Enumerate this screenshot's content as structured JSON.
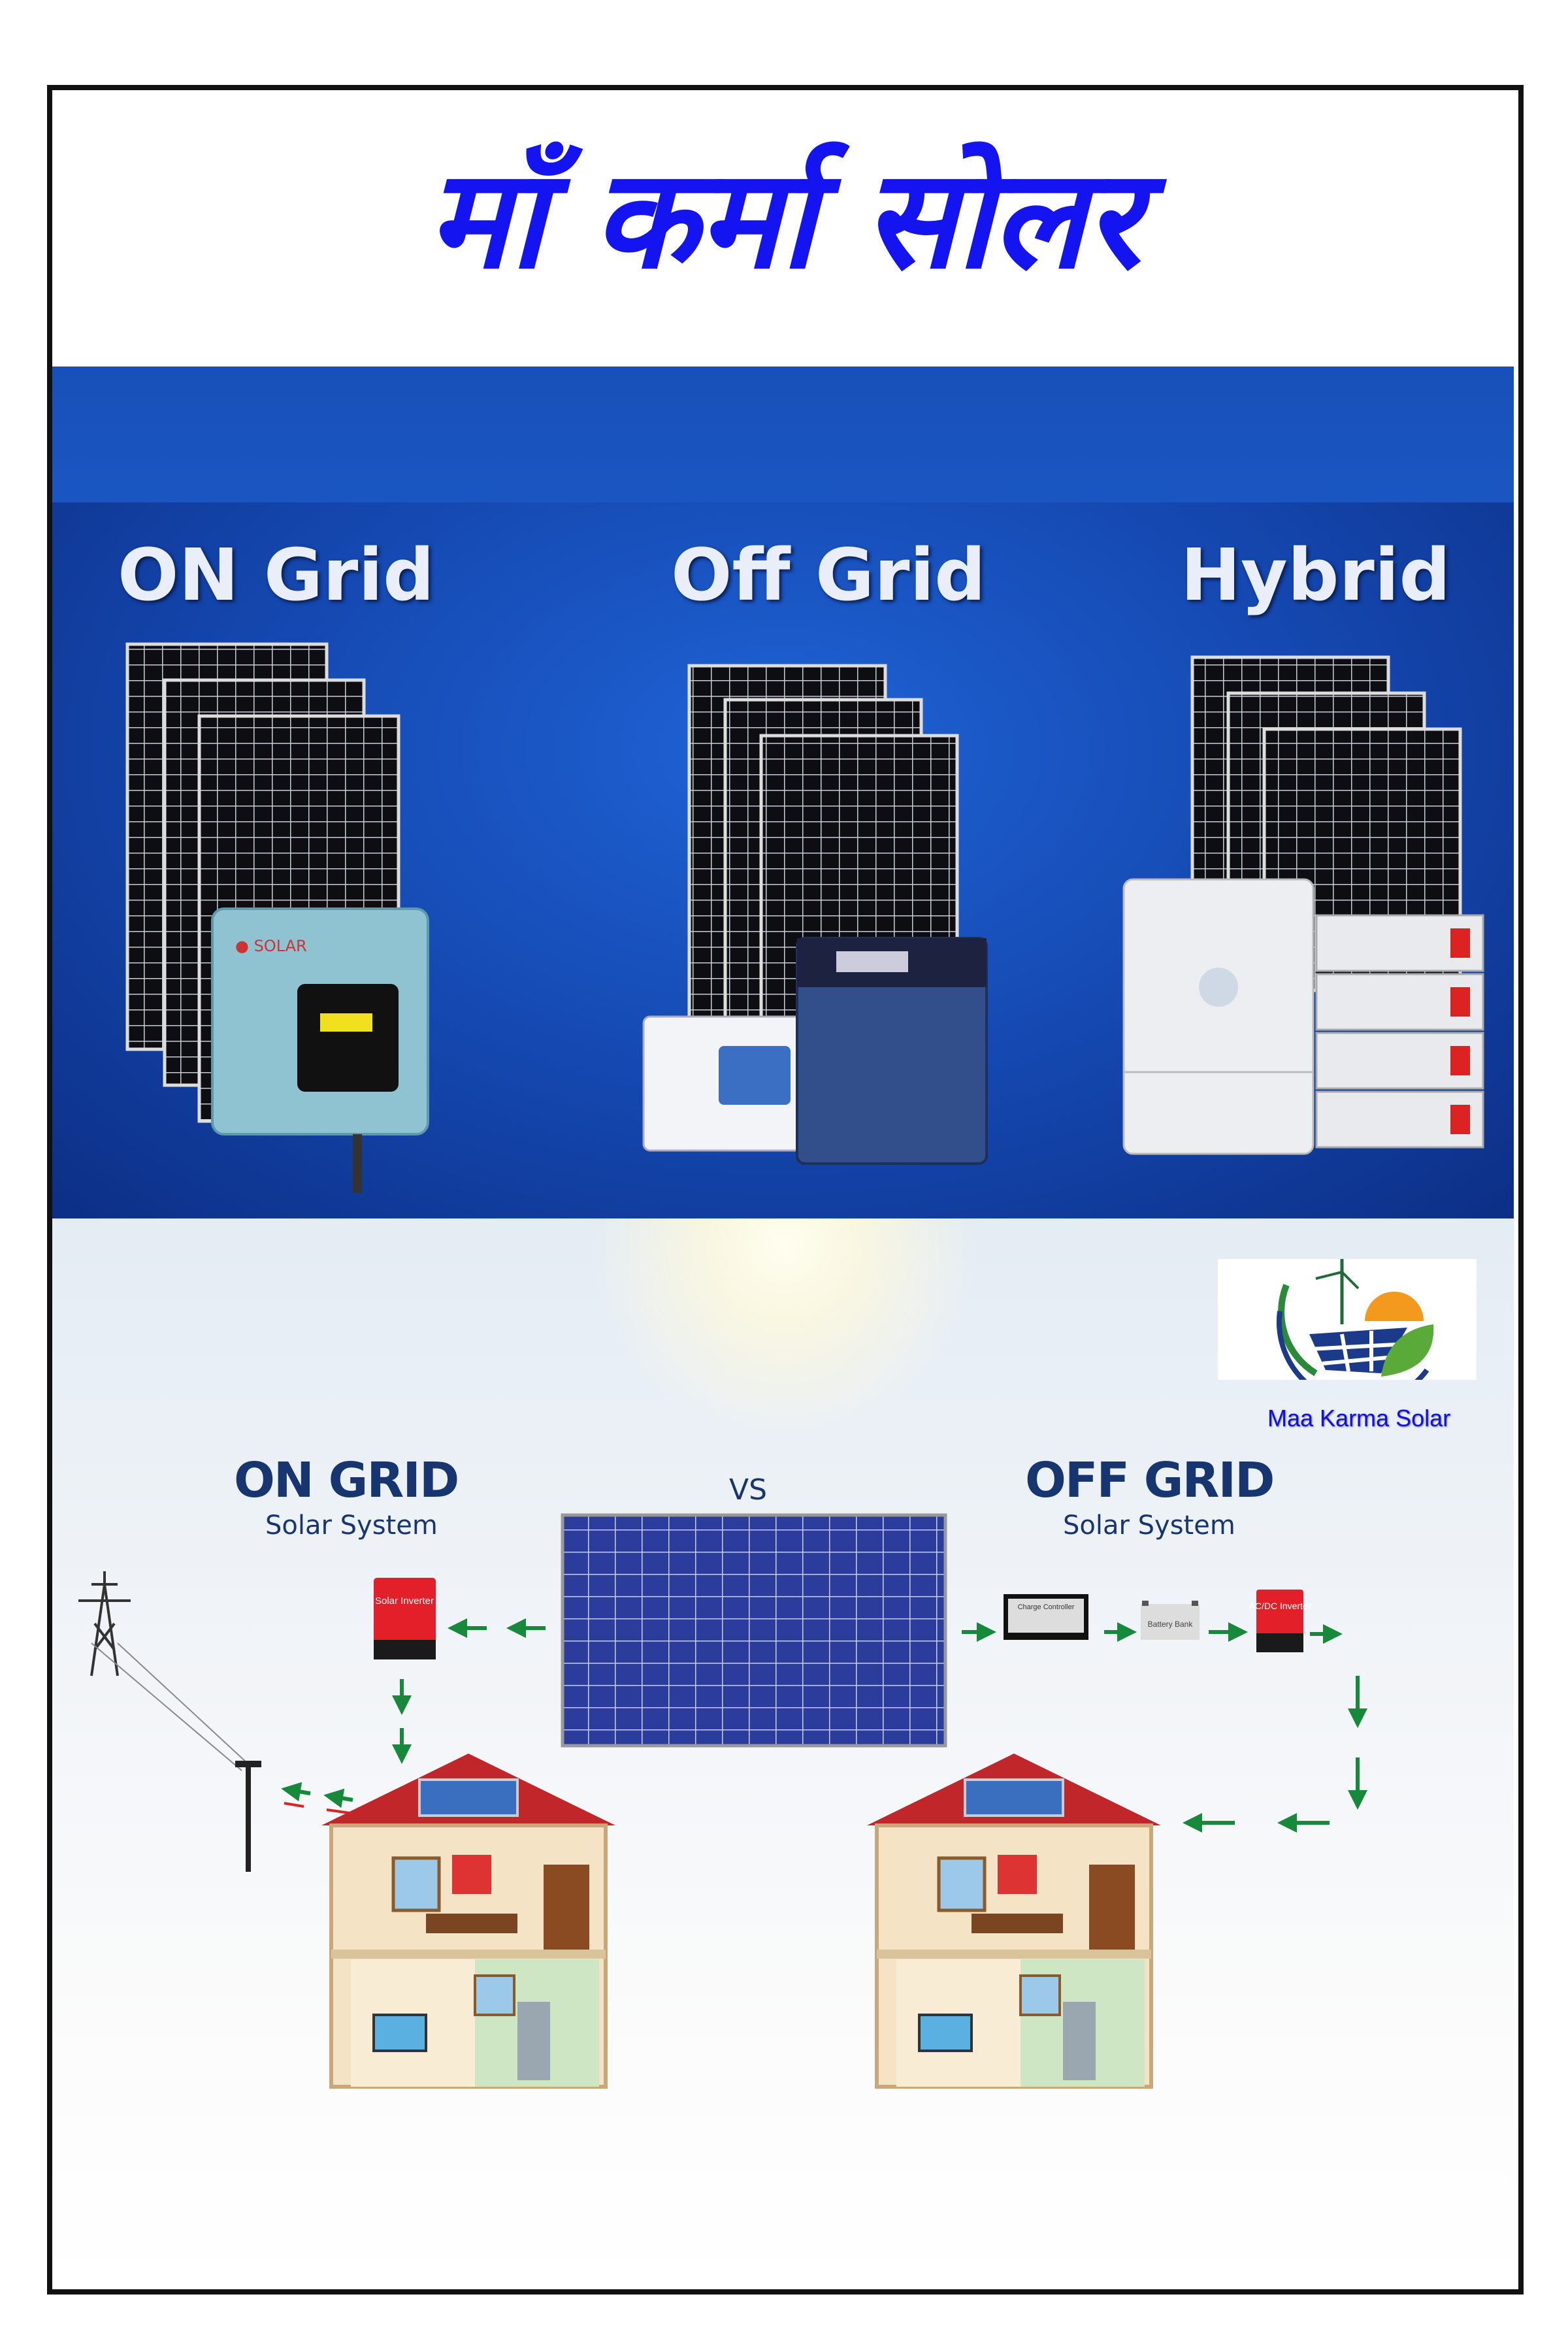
{
  "title": "माँ कर्मा सोलर",
  "types_banner": {
    "labels": [
      "ON Grid",
      "Off Grid",
      "Hybrid"
    ]
  },
  "diagram": {
    "on_grid": {
      "title": "ON GRID",
      "subtitle": "Solar System",
      "inverter_label": "Solar Inverter"
    },
    "vs": "VS",
    "off_grid": {
      "title": "OFF GRID",
      "subtitle": "Solar System",
      "charge_controller": "Charge Controller",
      "battery": "Battery Bank",
      "inverter_label": "AC/DC Inverter"
    }
  },
  "logo": {
    "text": "Maa Karma Solar"
  },
  "colors": {
    "title": "#1414f0",
    "band": "#1446ad",
    "arrow": "#168a3a",
    "inverter": "#e3202a",
    "heading": "#17356e"
  }
}
